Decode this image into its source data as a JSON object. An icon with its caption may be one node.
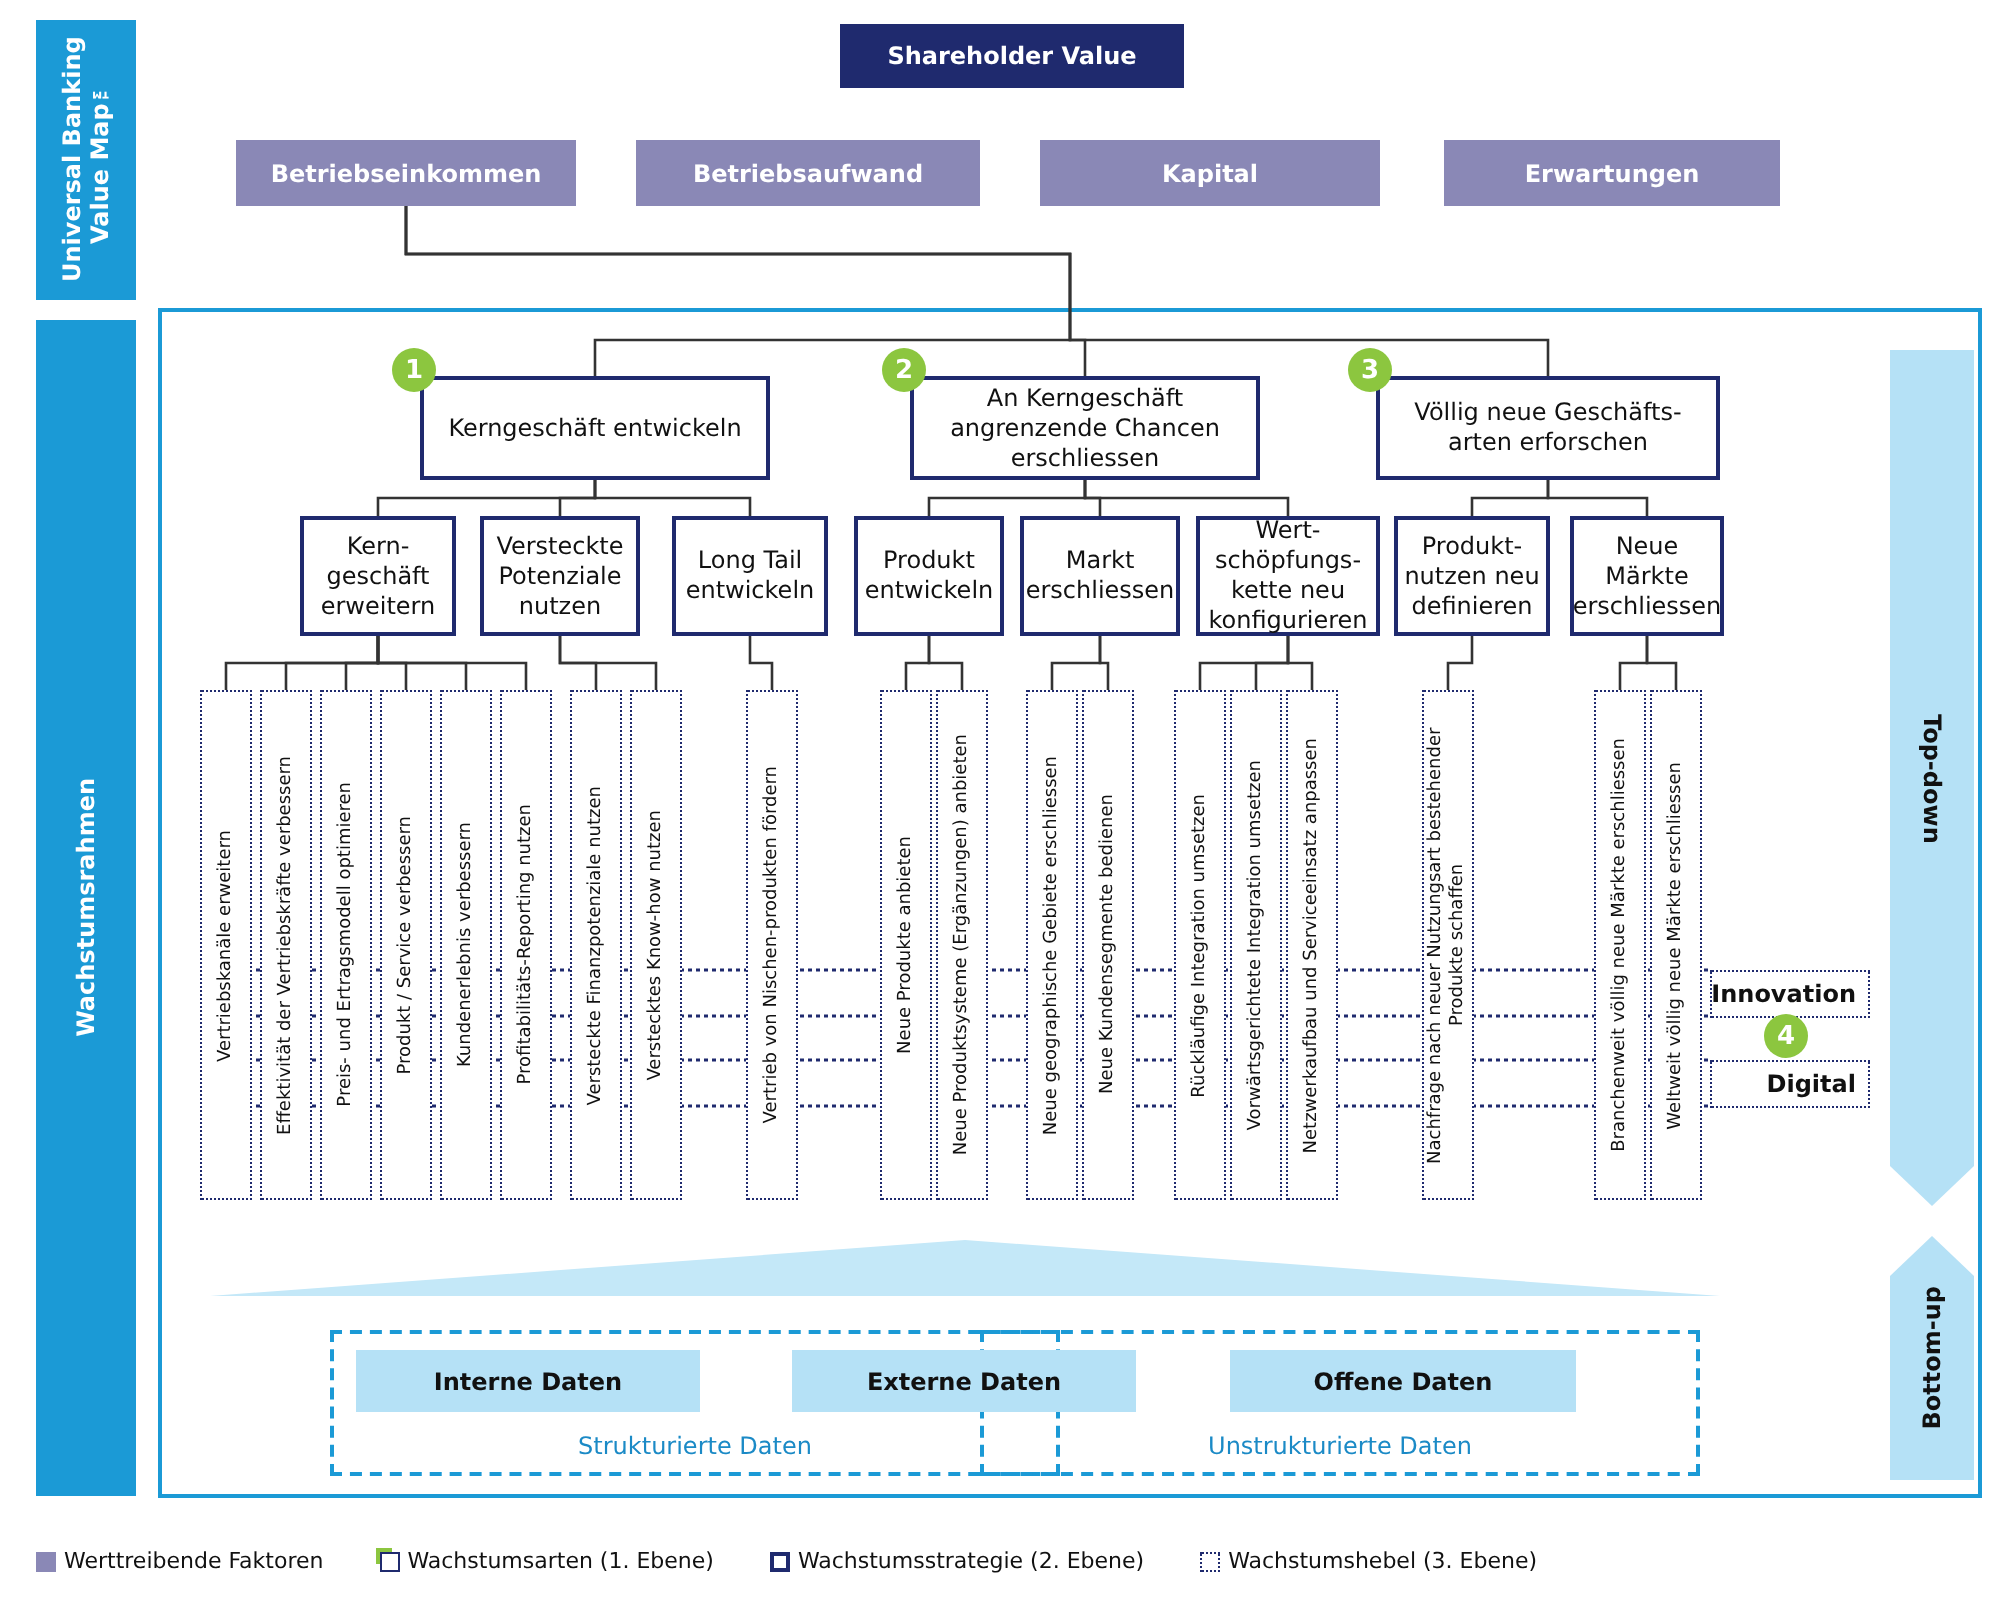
{
  "diagram": {
    "nodes": [
      {
        "text": [
          "Universal Banking Value Map™"
        ]
      },
      {
        "text": [
          "Shareholder Value"
        ]
      },
      {
        "text": [
          "Betriebseinkommen"
        ]
      },
      {
        "text": [
          "Betriebsaufwand"
        ]
      },
      {
        "text": [
          "Kapital"
        ]
      },
      {
        "text": [
          "Erwartungen"
        ]
      },
      {
        "text": [
          "Wachstumsrahmen"
        ]
      },
      {
        "text": [
          "1",
          "Kerngeschäft entwickeln"
        ]
      },
      {
        "text": [
          "2",
          "An Kerngeschäft angrenzende Chancen erschliessen"
        ]
      },
      {
        "text": [
          "3",
          "Völlig neue Geschäfts- arten erforschen"
        ]
      },
      {
        "text": [
          "Kern- geschäft erweitern"
        ]
      },
      {
        "text": [
          "Versteckte Potenziale nutzen"
        ]
      },
      {
        "text": [
          "Long Tail entwickeln"
        ]
      },
      {
        "text": [
          "Produkt entwickeln"
        ]
      },
      {
        "text": [
          "Markt erschliessen"
        ]
      },
      {
        "text": [
          "Wert- schöpfungs- kette neu konfigurieren"
        ]
      },
      {
        "text": [
          "Produkt- nutzen neu definieren"
        ]
      },
      {
        "text": [
          "Neue Märkte erschliessen"
        ]
      },
      {
        "text": [
          "Vertriebskanäle erweitern"
        ]
      },
      {
        "text": [
          "Effektivität der Vertriebskräfte verbessern"
        ]
      },
      {
        "text": [
          "Preis- und Ertragsmodell optimieren"
        ]
      },
      {
        "text": [
          "Produkt / Service verbessern"
        ]
      },
      {
        "text": [
          "Kundenerlebnis verbessern"
        ]
      },
      {
        "text": [
          "Profitabilitäts-Reporting nutzen"
        ]
      },
      {
        "text": [
          "Versteckte Finanzpotenziale nutzen"
        ]
      },
      {
        "text": [
          "Verstecktes Know-how nutzen"
        ]
      },
      {
        "text": [
          "Vertrieb von Nischen-produkten fördern"
        ]
      },
      {
        "text": [
          "Neue Produkte anbieten"
        ]
      },
      {
        "text": [
          "Neue Produktsysteme (Ergänzungen) anbieten"
        ]
      },
      {
        "text": [
          "Neue geographische Gebiete erschliessen"
        ]
      },
      {
        "text": [
          "Neue Kundensegmente bedienen"
        ]
      },
      {
        "text": [
          "Rückläufige Integration umsetzen"
        ]
      },
      {
        "text": [
          "Vorwärtsgerichtete Integration umsetzen"
        ]
      },
      {
        "text": [
          "Netzwerkaufbau und Serviceeinsatz anpassen"
        ]
      },
      {
        "text": [
          "Nachfrage nach neuer Nutzungsart bestehender Produkte schaffen"
        ]
      },
      {
        "text": [
          "Branchenweit völlig neue Märkte erschliessen"
        ]
      },
      {
        "text": [
          "Weltweit völlig neue Märkte erschliessen"
        ]
      },
      {
        "text": [
          "Innovation"
        ]
      },
      {
        "text": [
          "Digital"
        ]
      },
      {
        "text": [
          "Top-down"
        ]
      },
      {
        "text": [
          "Bottom-up"
        ]
      },
      {
        "text": [
          "Strukturierte Daten"
        ]
      },
      {
        "text": [
          "Interne Daten"
        ],
        "in": 41
      },
      {
        "text": [
          "Unstrukturierte Daten"
        ]
      },
      {
        "text": [
          "Externe Daten"
        ]
      },
      {
        "text": [
          "Offene Daten"
        ],
        "in": 43
      },
      {
        "text": [],
        "shape": "triangle"
      }
    ],
    "edges": [
      {
        "from": 2,
        "to": 7,
        "arrow": "none"
      },
      {
        "from": 2,
        "to": 8,
        "arrow": "none"
      },
      {
        "from": 2,
        "to": 9,
        "arrow": "none"
      },
      {
        "from": 7,
        "to": 10,
        "arrow": "none"
      },
      {
        "from": 7,
        "to": 11,
        "arrow": "none"
      },
      {
        "from": 7,
        "to": 12,
        "arrow": "none"
      },
      {
        "from": 8,
        "to": 13,
        "arrow": "none"
      },
      {
        "from": 8,
        "to": 14,
        "arrow": "none"
      },
      {
        "from": 8,
        "to": 15,
        "arrow": "none"
      },
      {
        "from": 9,
        "to": 16,
        "arrow": "none"
      },
      {
        "from": 9,
        "to": 17,
        "arrow": "none"
      },
      {
        "from": 10,
        "to": 18,
        "arrow": "none"
      },
      {
        "from": 10,
        "to": 19,
        "arrow": "none"
      },
      {
        "from": 10,
        "to": 20,
        "arrow": "none"
      },
      {
        "from": 10,
        "to": 21,
        "arrow": "none"
      },
      {
        "from": 10,
        "to": 22,
        "arrow": "none"
      },
      {
        "from": 10,
        "to": 23,
        "arrow": "none"
      },
      {
        "from": 11,
        "to": 24,
        "arrow": "none"
      },
      {
        "from": 11,
        "to": 25,
        "arrow": "none"
      },
      {
        "from": 12,
        "to": 26,
        "arrow": "none"
      },
      {
        "from": 13,
        "to": 27,
        "arrow": "none"
      },
      {
        "from": 13,
        "to": 28,
        "arrow": "none"
      },
      {
        "from": 14,
        "to": 29,
        "arrow": "none"
      },
      {
        "from": 14,
        "to": 30,
        "arrow": "none"
      },
      {
        "from": 15,
        "to": 31,
        "arrow": "none"
      },
      {
        "from": 15,
        "to": 32,
        "arrow": "none"
      },
      {
        "from": 15,
        "to": 33,
        "arrow": "none"
      },
      {
        "from": 16,
        "to": 34,
        "arrow": "none"
      },
      {
        "from": 17,
        "to": 35,
        "arrow": "none"
      },
      {
        "from": 17,
        "to": 36,
        "arrow": "none"
      }
    ],
    "labels": [
      "4"
    ],
    "legend": [
      {
        "text": "Werttreibende Faktoren",
        "color": "#8a88b6"
      },
      {
        "text": "Wachstumsarten (1. Ebene)"
      },
      {
        "text": "Wachstumsstrategie (2. Ebene)"
      },
      {
        "text": "Wachstumshebel (3. Ebene)"
      }
    ]
  }
}
